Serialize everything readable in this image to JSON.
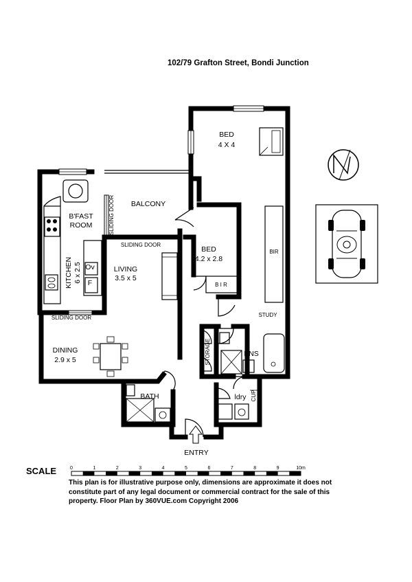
{
  "address": "102/79 Grafton Street, Bondi Junction",
  "rooms": {
    "bed1": {
      "name": "BED",
      "size": "4 X 4"
    },
    "bed2": {
      "name": "BED",
      "size": "4.2 x 2.8"
    },
    "bfast": {
      "line1": "B'FAST",
      "line2": "ROOM"
    },
    "balcony": "BALCONY",
    "kitchen": {
      "name": "KITCHEN",
      "size": "6 x 2.5"
    },
    "living": {
      "name": "LIVING",
      "size": "3.5 x 5"
    },
    "dining": {
      "name": "DINING",
      "size": "2.9 x 5"
    },
    "bath": "BATH",
    "ens": "ENS",
    "ldry": "ldry",
    "study": "STUDY",
    "bir1": "BIR",
    "bir2": "B I R",
    "storage": "STORAGE",
    "cup": "CUP",
    "entry": "ENTRY"
  },
  "fixtures": {
    "oven": "Ov",
    "fridge": "F"
  },
  "sliding_doors": [
    "SLIDING DOOR",
    "SLIDING DOOR",
    "SLIDING DOOR"
  ],
  "scale": {
    "label": "SCALE",
    "ticks": [
      "0",
      "1",
      "2",
      "3",
      "4",
      "5",
      "6",
      "7",
      "8",
      "9",
      "10m"
    ]
  },
  "disclaimer": "This plan is for illustrative purpose only, dimensions are approximate it does not constitute part of any legal document or commercial contract for the sale of this property. Floor Plan by 360VUE.com Copyright 2006"
}
